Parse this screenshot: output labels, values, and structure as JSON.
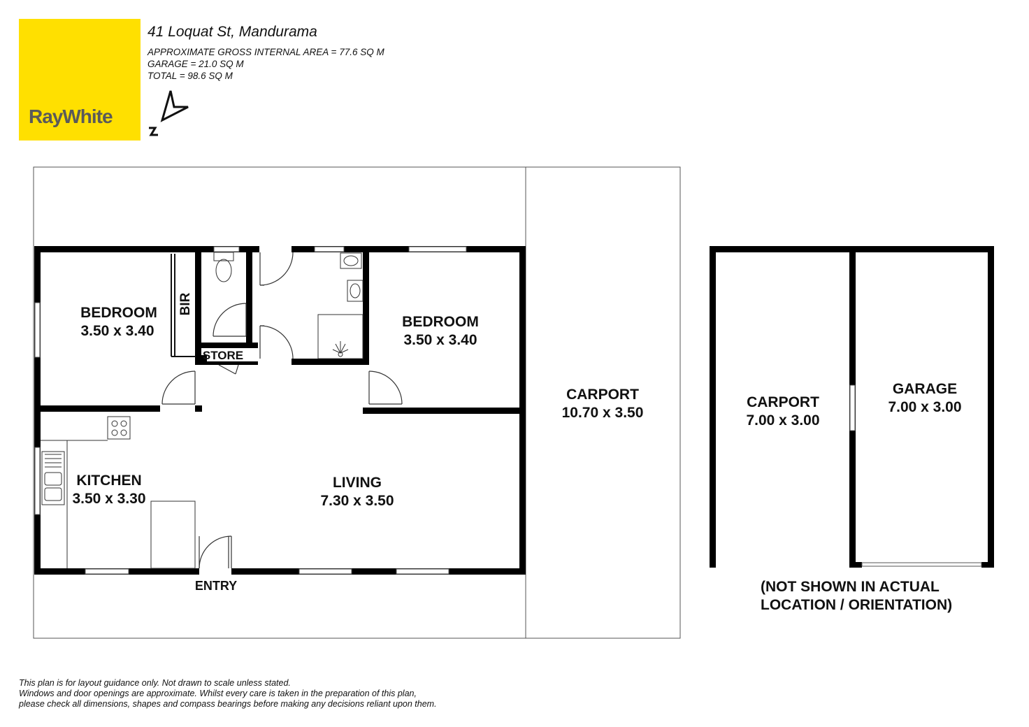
{
  "header": {
    "address": "41 Loquat St, Mandurama",
    "area_internal": "APPROXIMATE GROSS INTERNAL AREA = 77.6 SQ M",
    "area_garage": "GARAGE = 21.0 SQ M",
    "area_total": "TOTAL = 98.6 SQ M"
  },
  "logo": {
    "text": "RayWhite",
    "color": "#ffe000"
  },
  "compass": {
    "icon": "north-arrow-icon",
    "letter": "N"
  },
  "rooms": {
    "bedroom1": {
      "name": "BEDROOM",
      "dims": "3.50 x 3.40"
    },
    "bir": "BIR",
    "store": "STORE",
    "bedroom2": {
      "name": "BEDROOM",
      "dims": "3.50 x 3.40"
    },
    "kitchen": {
      "name": "KITCHEN",
      "dims": "3.50 x 3.30"
    },
    "living": {
      "name": "LIVING",
      "dims": "7.30 x 3.50"
    },
    "entry": "ENTRY",
    "carport_main": {
      "name": "CARPORT",
      "dims": "10.70 x 3.50"
    }
  },
  "outbuilding": {
    "carport": {
      "name": "CARPORT",
      "dims": "7.00 x 3.00"
    },
    "garage": {
      "name": "GARAGE",
      "dims": "7.00 x 3.00"
    },
    "note_line1": "(NOT SHOWN IN ACTUAL",
    "note_line2": "LOCATION / ORIENTATION)"
  },
  "disclaimer": {
    "line1": "This plan is for layout guidance only. Not drawn to scale unless stated.",
    "line2": "Windows and door openings are approximate. Whilst every care is taken in the preparation of this plan,",
    "line3": "please check all dimensions, shapes and compass bearings before making any decisions reliant upon them."
  }
}
